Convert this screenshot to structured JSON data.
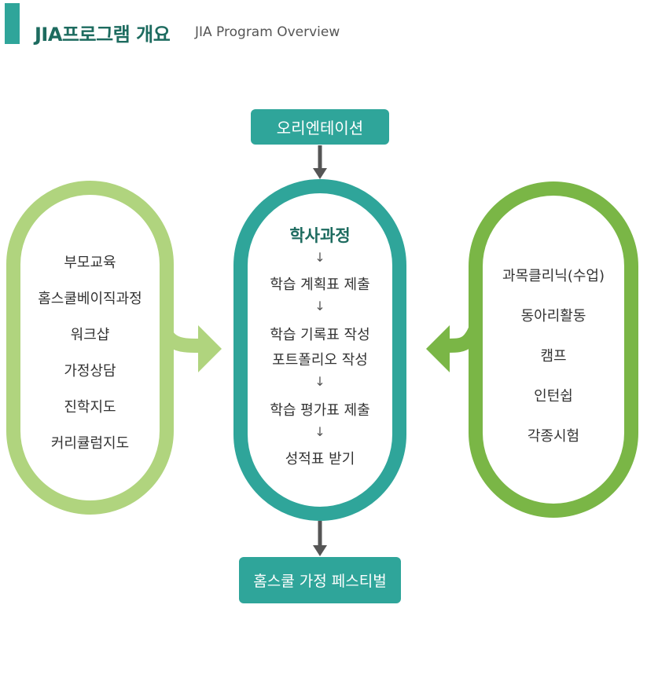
{
  "header": {
    "title_ko": "JIA프로그램 개요",
    "title_en": "JIA Program Overview"
  },
  "top_box": {
    "label": "오리엔테이션"
  },
  "bottom_box": {
    "label": "홈스쿨 가정 페스티벌"
  },
  "left_oval": {
    "items": [
      "부모교육",
      "홈스쿨베이직과정",
      "워크샵",
      "가정상담",
      "진학지도",
      "커리큘럼지도"
    ]
  },
  "center_oval": {
    "title": "학사과정",
    "steps": [
      "학습 계획표 제출",
      "학습 기록표 작성",
      "포트폴리오 작성",
      "학습 평가표 제출",
      "성적표 받기"
    ]
  },
  "right_oval": {
    "items": [
      "과목클리닉(수업)",
      "동아리활동",
      "캠프",
      "인턴쉽",
      "각종시험"
    ]
  },
  "colors": {
    "teal": "#2fa59a",
    "light_green": "#b0d47e",
    "green": "#7ab646",
    "arrow_gray": "#555555"
  },
  "icons": {
    "step_arrow": "arrow-down-icon"
  }
}
